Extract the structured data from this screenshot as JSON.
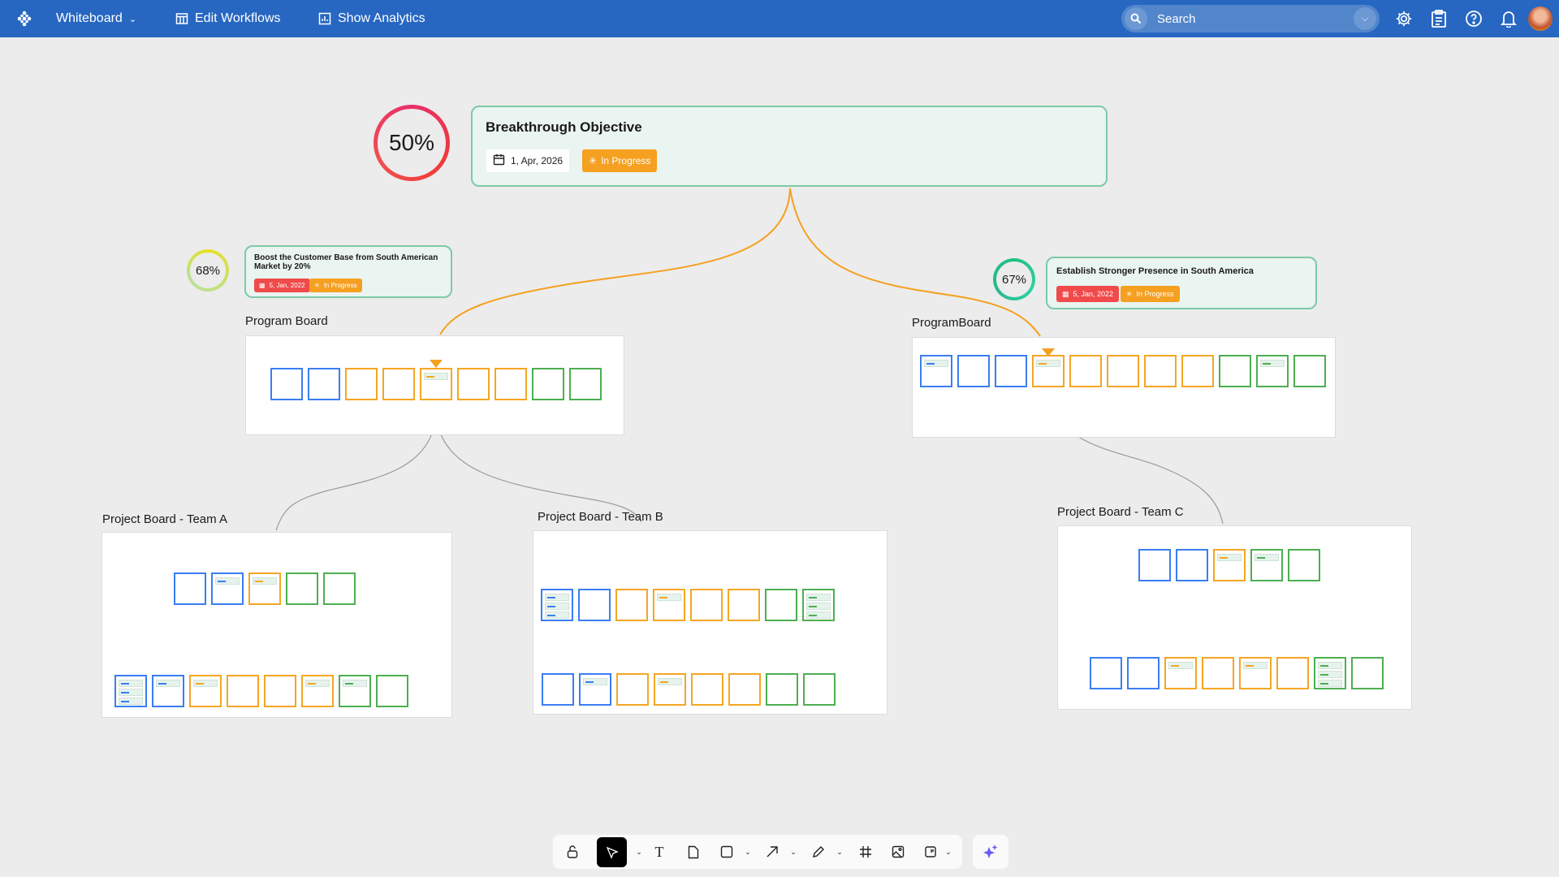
{
  "header": {
    "app_menu": "Whiteboard",
    "edit_workflows": "Edit Workflows",
    "show_analytics": "Show Analytics",
    "search_placeholder": "Search"
  },
  "objective": {
    "progress": "50%",
    "progress_value": 50,
    "title": "Breakthrough Objective",
    "date": "1, Apr, 2026",
    "status": "In Progress"
  },
  "goals": [
    {
      "progress": "68%",
      "progress_value": 68,
      "title": "Boost the Customer Base from South American Market by 20%",
      "date": "5, Jan, 2022",
      "status": "In Progress"
    },
    {
      "progress": "67%",
      "progress_value": 67,
      "title": "Establish Stronger Presence in South America",
      "date": "5, Jan, 2022",
      "status": "In Progress"
    }
  ],
  "boards": [
    {
      "label": "Program Board",
      "rows": [
        [
          "b",
          "b",
          "o",
          "o",
          "o*",
          "o",
          "o",
          "g",
          "g"
        ]
      ]
    },
    {
      "label": "ProgramBoard",
      "rows": [
        [
          "b*",
          "b",
          "b",
          "o*",
          "o",
          "o",
          "o",
          "o",
          "g",
          "g*",
          "g"
        ]
      ]
    },
    {
      "label": "Project Board - Team A",
      "rows": [
        [
          "b",
          "b*",
          "o*",
          "g",
          "g"
        ],
        [
          "b#",
          "b*",
          "o*",
          "o",
          "o",
          "o*",
          "g*",
          "g"
        ]
      ]
    },
    {
      "label": "Project Board - Team B",
      "rows": [
        [
          "b#",
          "b",
          "o",
          "o*",
          "o",
          "o",
          "g",
          "g#"
        ],
        [
          "b",
          "b*",
          "o",
          "o*",
          "o",
          "o",
          "g",
          "g"
        ]
      ]
    },
    {
      "label": "Project Board - Team C",
      "rows": [
        [
          "b",
          "b",
          "o*",
          "g*",
          "g"
        ],
        [
          "b",
          "b",
          "o*",
          "o",
          "o*",
          "o",
          "g#",
          "g"
        ]
      ]
    }
  ],
  "colors": {
    "b": "#3a7ef2",
    "o": "#f5a623",
    "g": "#4caf50",
    "header": "#2767c2",
    "orange_line": "#f5a020"
  }
}
